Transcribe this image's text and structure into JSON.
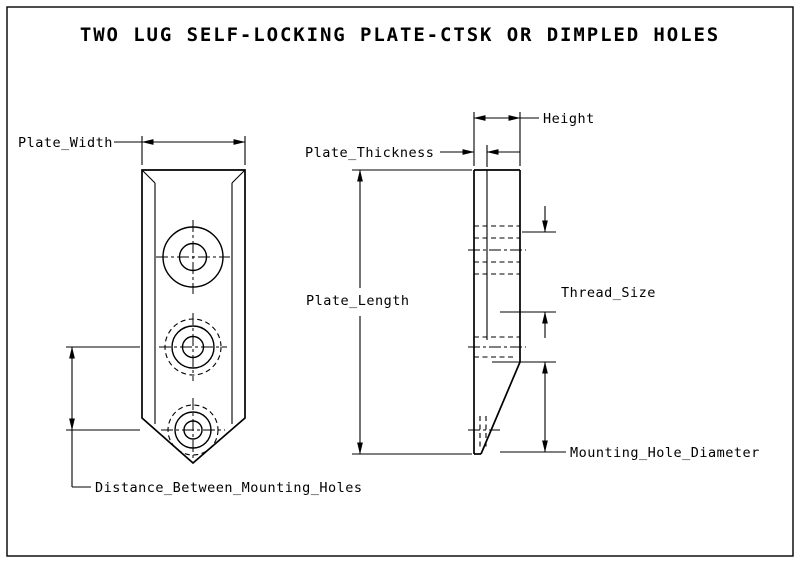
{
  "drawing": {
    "title": "TWO LUG SELF-LOCKING PLATE-CTSK OR DIMPLED HOLES",
    "labels": {
      "plate_width": "Plate_Width",
      "plate_thickness": "Plate_Thickness",
      "height": "Height",
      "plate_length": "Plate_Length",
      "thread_size": "Thread_Size",
      "mounting_hole_diameter": "Mounting_Hole_Diameter",
      "distance_between_mounting_holes": "Distance_Between_Mounting_Holes"
    },
    "colors": {
      "ink": "#000000",
      "paper": "#ffffff"
    }
  }
}
